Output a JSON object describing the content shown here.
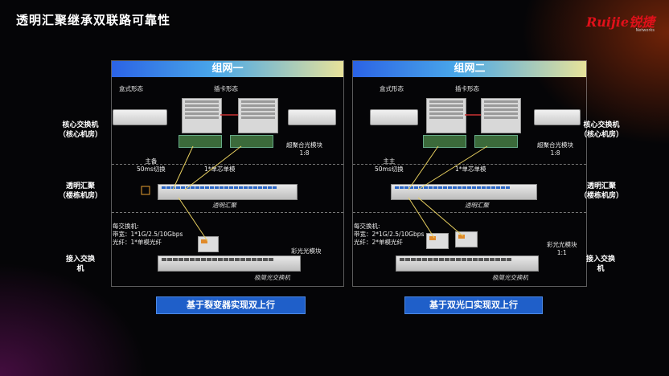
{
  "header": {
    "title": "透明汇聚继承双联路可靠性"
  },
  "logo": {
    "brand": "Ruijie锐捷",
    "sub": "Networks"
  },
  "left_labels": {
    "core": "核心交换机\n（核心机房）",
    "agg": "透明汇聚\n（楼栋机房）",
    "access": "接入交换\n机"
  },
  "right_labels": {
    "core": "核心交换机\n（核心机房）",
    "agg": "透明汇聚\n（楼栋机房）",
    "access": "接入交换\n机"
  },
  "group1": {
    "title": "组网一",
    "box_form": "盒式形态",
    "card_form": "插卡形态",
    "super_module": "超聚合光模块\n1:8",
    "switchover": "主备\n50ms切换",
    "single_fiber": "1*单芯单模",
    "transparent": "透明汇聚",
    "per_switch": "每交换机:\n带宽：1*1G/2.5/10Gbps\n光纤：1*单模光纤",
    "color_module": "彩光光模块",
    "simple_switch": "极简光交换机",
    "button": "基于裂变器实现双上行"
  },
  "group2": {
    "title": "组网二",
    "box_form": "盒式形态",
    "card_form": "插卡形态",
    "super_module": "超聚合光模块\n1:8",
    "switchover": "主主\n50ms切换",
    "single_fiber": "1*单芯单模",
    "transparent": "透明汇聚",
    "per_switch": "每交换机:\n带宽：2*1G/2.5/10Gbps\n光纤：2*单模光纤",
    "color_module": "彩光光模块\n1:1",
    "simple_switch": "极简光交换机",
    "button": "基于双光口实现双上行"
  },
  "colors": {
    "accent": "#1f5fc9",
    "header_start": "#2b63e6",
    "header_end": "#e7e29a",
    "cable": "#e8d060"
  }
}
